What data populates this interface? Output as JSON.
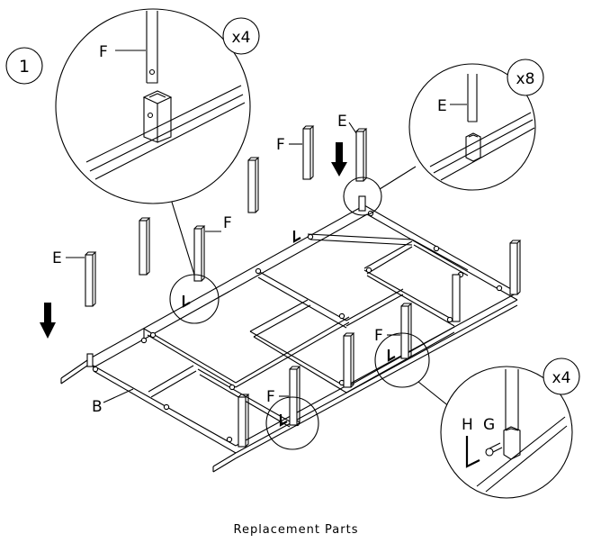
{
  "step": {
    "number": "1"
  },
  "callouts": {
    "top_left": {
      "qty": "x4",
      "part": "F"
    },
    "top_right": {
      "qty": "x8",
      "part": "E"
    },
    "bottom_right": {
      "qty": "x4",
      "part_h": "H",
      "part_g": "G"
    }
  },
  "labels": {
    "post_e_left": "E",
    "post_e_top": "E",
    "post_f_top": "F",
    "post_f_mid": "F",
    "post_f_right": "F",
    "post_f_bottom": "F",
    "frame_b": "B"
  },
  "caption": "Replacement Parts"
}
